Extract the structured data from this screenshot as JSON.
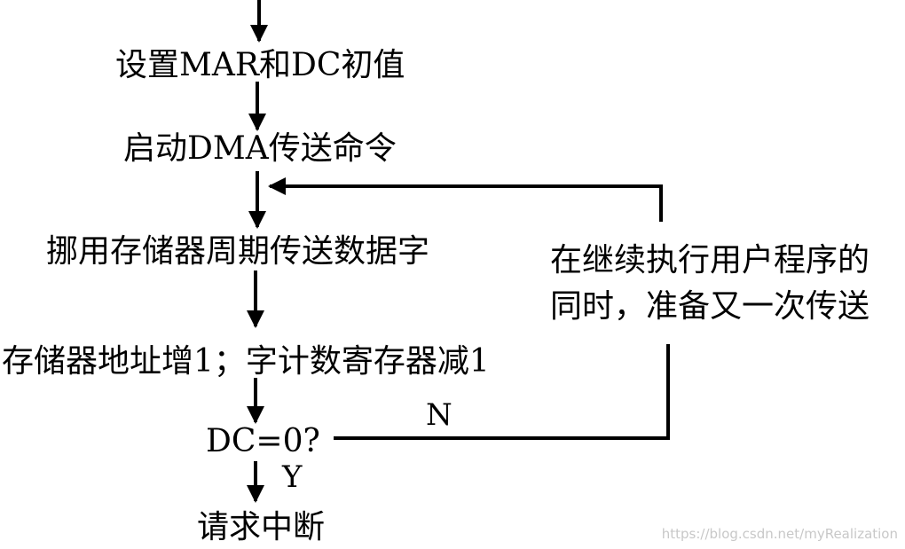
{
  "flowchart": {
    "steps": {
      "init": "设置MAR和DC初值",
      "start": "启动DMA传送命令",
      "transfer": "挪用存储器周期传送数据字",
      "update": "存储器地址增1；字计数寄存器减1",
      "decision": "DC=0?",
      "interrupt": "请求中断"
    },
    "side_note": {
      "line1": "在继续执行用户程序的",
      "line2": "同时，准备又一次传送"
    },
    "branch_labels": {
      "no": "N",
      "yes": "Y"
    }
  },
  "watermark": "https://blog.csdn.net/myRealization",
  "colors": {
    "ink": "#000000",
    "background": "#ffffff",
    "watermark": "#c8c8c8"
  }
}
